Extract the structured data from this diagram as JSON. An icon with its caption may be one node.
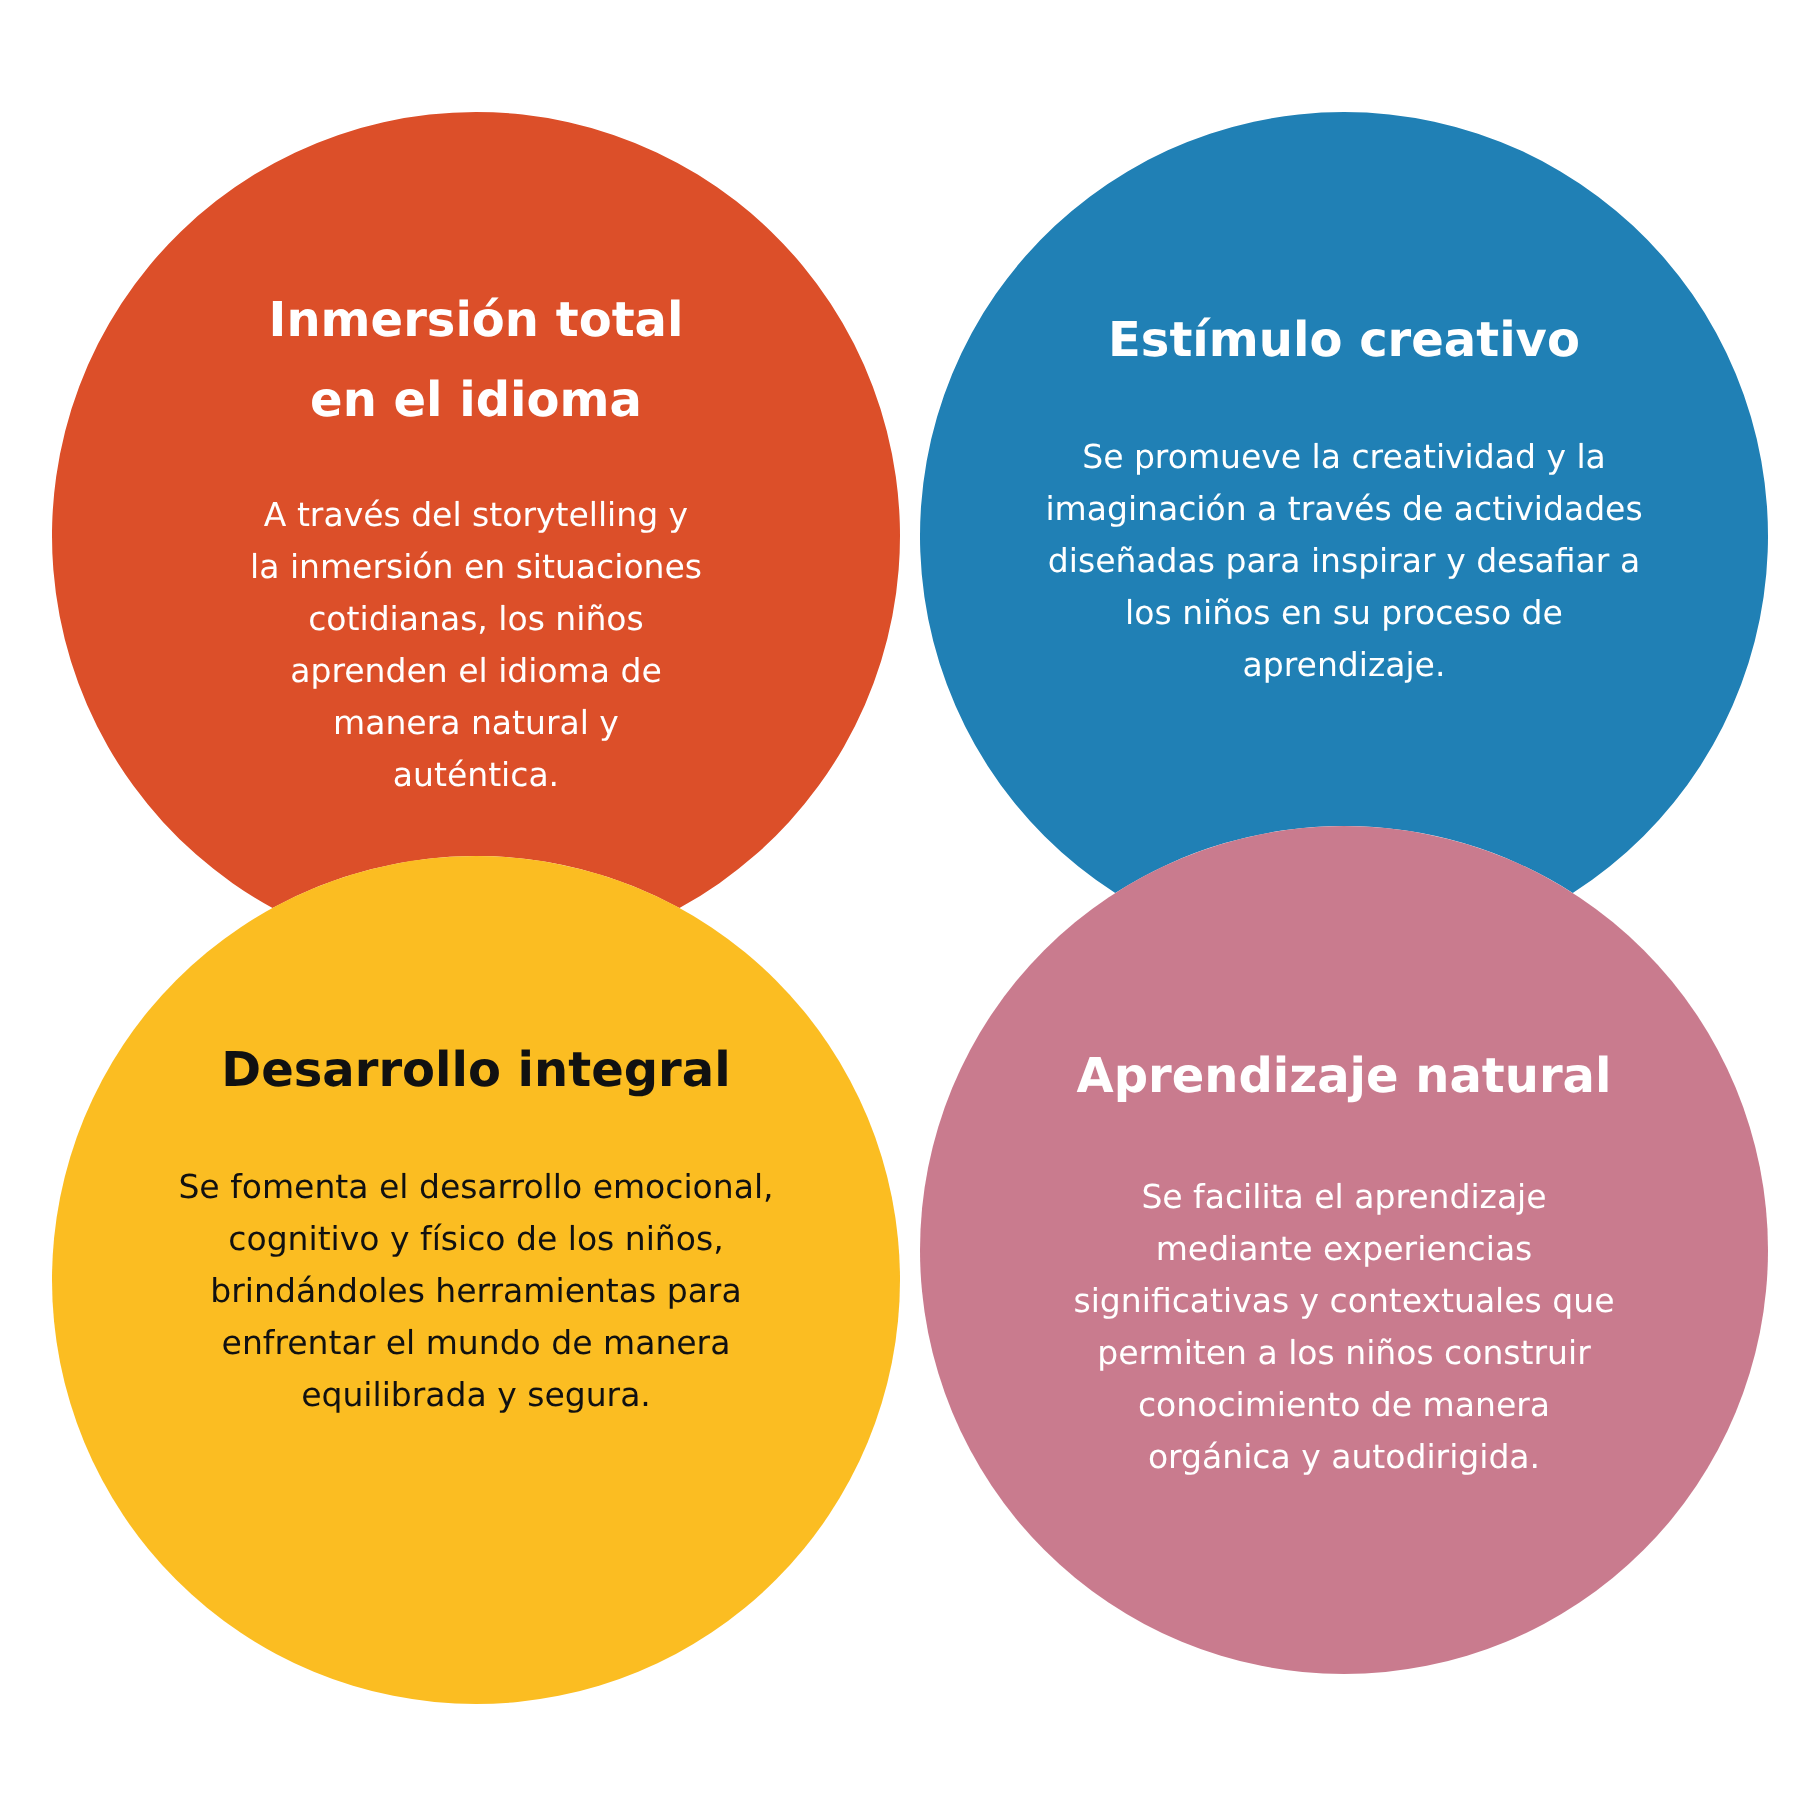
{
  "diagram": {
    "nodes": [
      {
        "text": [
          "Inmersión total en el idioma",
          "A través del storytelling y la inmersión en situaciones cotidianas, los niños aprenden el idioma de manera natural y auténtica."
        ]
      },
      {
        "text": [
          "Estímulo creativo",
          "Se promueve la creatividad y la imaginación a través de actividades diseñadas para inspirar y desafiar a los niños en su proceso de aprendizaje."
        ]
      },
      {
        "text": [
          "Desarrollo integral",
          "Se fomenta el desarrollo emocional, cognitivo y físico de los niños, brindándoles herramientas para enfrentar el mundo de manera equilibrada y segura."
        ]
      },
      {
        "text": [
          "Aprendizaje natural",
          "Se facilita el aprendizaje mediante experiencias significativas y contextuales que permiten a los niños construir conocimiento de manera orgánica y autodirigida."
        ]
      }
    ],
    "edges": []
  }
}
